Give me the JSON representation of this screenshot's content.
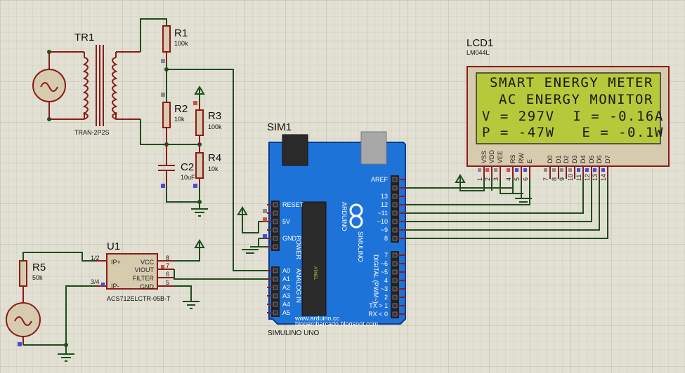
{
  "components": {
    "tr1": {
      "ref": "TR1",
      "value": "TRAN-2P2S"
    },
    "r1": {
      "ref": "R1",
      "value": "100k"
    },
    "r2": {
      "ref": "R2",
      "value": "10k"
    },
    "r3": {
      "ref": "R3",
      "value": "100k"
    },
    "r4": {
      "ref": "R4",
      "value": "10k"
    },
    "c2": {
      "ref": "C2",
      "value": "10uF"
    },
    "r5": {
      "ref": "R5",
      "value": "50k"
    },
    "u1": {
      "ref": "U1",
      "value": "ACS712ELCTR-05B-T",
      "pins_left": [
        "IP+",
        "IP-"
      ],
      "pin_nums_left": [
        "1/2",
        "3/4"
      ],
      "pins_right": [
        "VCC",
        "VIOUT",
        "FILTER",
        "GND"
      ],
      "pin_nums_right": [
        "8",
        "7",
        "6",
        "5"
      ]
    },
    "sim1": {
      "ref": "SIM1",
      "value": "SIMULINO UNO",
      "brand": "SIMULINO",
      "arduino": "ARDUINO",
      "url1": "www.arduino.cc",
      "url2": "blogembarcado.blogspot.com",
      "chip": "ATMEL",
      "power_label": "POWER",
      "analog_label": "ANALOG IN",
      "digital_label": "DIGITAL (PWM~)",
      "power_pins": [
        "RESET",
        "",
        "5V",
        "",
        "GND",
        ""
      ],
      "analog_pins": [
        "A0",
        "A1",
        "A2",
        "A3",
        "A4",
        "A5"
      ],
      "digital_top": [
        "AREF",
        "",
        "13",
        "12",
        "~11",
        "~10",
        "~9",
        "8"
      ],
      "digital_bottom": [
        "7",
        "~6",
        "~5",
        "4",
        "~3",
        "2",
        "TX > 1",
        "RX < 0"
      ]
    },
    "lcd1": {
      "ref": "LCD1",
      "value": "LM044L",
      "lines": [
        "SMART ENERGY METER",
        " AC ENERGY MONITOR",
        "V = 297V  I = -0.16A",
        "P = -47W   E = -0.1W"
      ],
      "pin_names": [
        "VSS",
        "VDD",
        "VEE",
        "RS",
        "RW",
        "E",
        "D0",
        "D1",
        "D2",
        "D3",
        "D4",
        "D5",
        "D6",
        "D7"
      ],
      "pin_nums": [
        "1",
        "2",
        "3",
        "4",
        "5",
        "6",
        "7",
        "8",
        "9",
        "10",
        "11",
        "12",
        "13",
        "14"
      ]
    }
  },
  "colors": {
    "wire": "#1e4d1e",
    "component": "#8b1b1b",
    "board": "#1e73d8",
    "lcd_screen": "#b5c93a",
    "background": "#e1e0d2"
  }
}
